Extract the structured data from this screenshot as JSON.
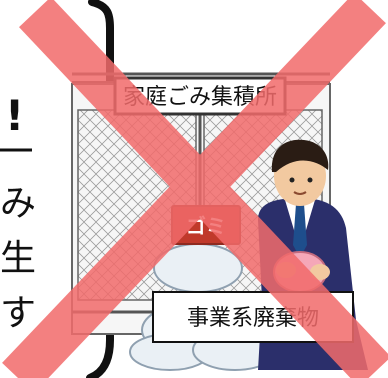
{
  "sign": {
    "text": "家庭ごみ集積所"
  },
  "bag_label": {
    "text": "ゴミ"
  },
  "waste_label": {
    "text": "事業系廃棄物"
  },
  "edge_fragments": {
    "exclaim": "!",
    "mi": "み",
    "ikiru": "生",
    "su": "す"
  },
  "colors": {
    "cross": "#f26b6b",
    "crate": "#7a7a7a",
    "sign_border": "#333333",
    "bag": "#e9eef3",
    "bag_tag": "#c0392b",
    "suit": "#2b2f6b",
    "tie": "#1e4e8c",
    "skin": "#f2c9a0",
    "hair": "#2a1c14"
  },
  "icons": [
    "prohibition-cross-icon",
    "garbage-station-icon",
    "businessman-icon",
    "garbage-bag-icon"
  ]
}
